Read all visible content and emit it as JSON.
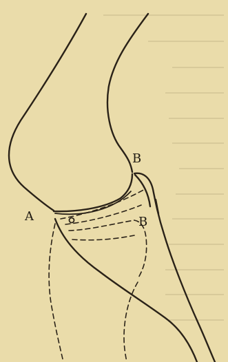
{
  "labels": {
    "a": "A",
    "b_upper": "B",
    "b_lower": "B"
  },
  "colors": {
    "paper": "#eadcaa",
    "ink": "#2a2218"
  }
}
